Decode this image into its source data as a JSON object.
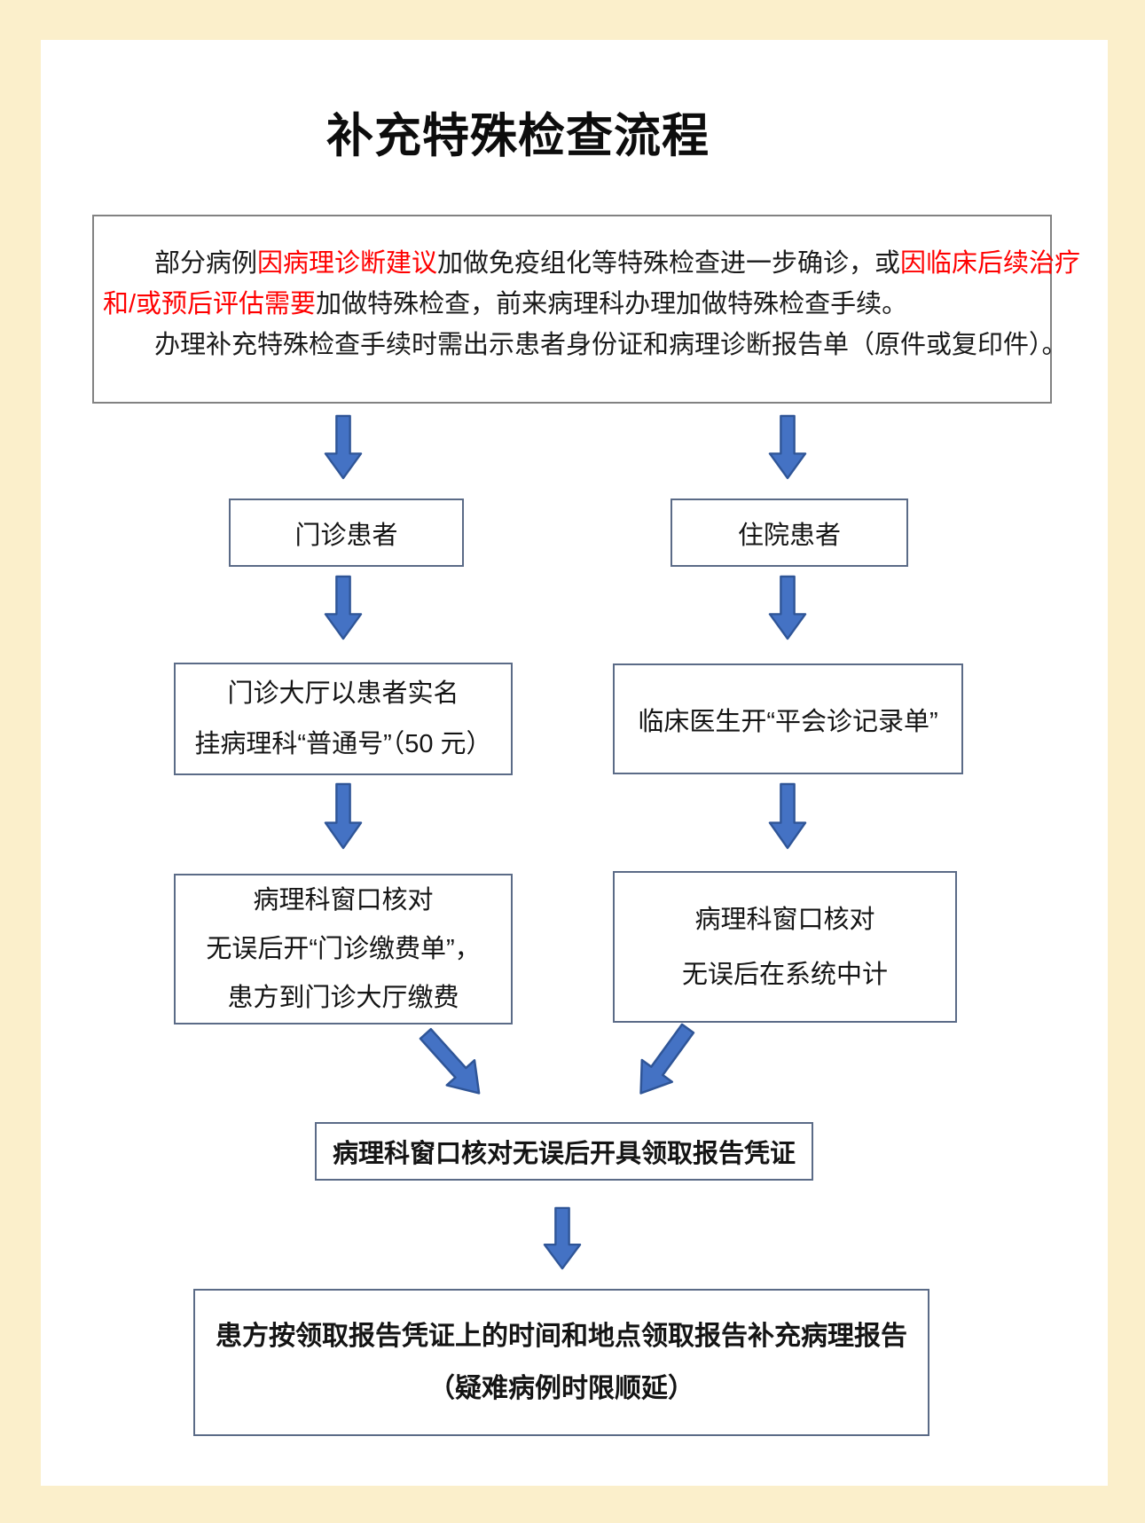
{
  "title": "补充特殊检查流程",
  "intro": {
    "line1": {
      "seg1": "部分病例",
      "seg2": "因病理诊断建议",
      "seg3": "加做免疫组化等特殊检查进一步确诊，或",
      "seg4": "因临床后续治疗"
    },
    "line2": {
      "seg1": "和/或预后评估需要",
      "seg2": "加做特殊检查，前来病理科办理加做特殊检查手续。"
    },
    "line3": "办理补充特殊检查手续时需出示患者身份证和病理诊断报告单（原件或复印件）。"
  },
  "flow": {
    "outpatient": {
      "label": "门诊患者"
    },
    "inpatient": {
      "label": "住院患者"
    },
    "outpatient_register": {
      "line1": "门诊大厅以患者实名",
      "line2": "挂病理科“普通号”（50 元）"
    },
    "inpatient_order": {
      "label": "临床医生开“平会诊记录单”"
    },
    "outpatient_pay": {
      "line1": "病理科窗口核对",
      "line2": "无误后开“门诊缴费单”，",
      "line3": "患方到门诊大厅缴费"
    },
    "inpatient_verify": {
      "line1": "病理科窗口核对",
      "line2": "无误后在系统中计"
    },
    "voucher": {
      "label": "病理科窗口核对无误后开具领取报告凭证"
    },
    "report": {
      "line1": "患方按领取报告凭证上的时间和地点领取报告补充病理报告",
      "line2": "（疑难病例时限顺延）"
    }
  },
  "colors": {
    "background": "#FBEFCB",
    "page": "#FFFFFF",
    "box_border": "#5B6B87",
    "intro_border": "#828282",
    "arrow_fill": "#4472C4",
    "arrow_border": "#2F5597",
    "text": "#1A1A1A",
    "highlight_red": "#FF0000"
  }
}
